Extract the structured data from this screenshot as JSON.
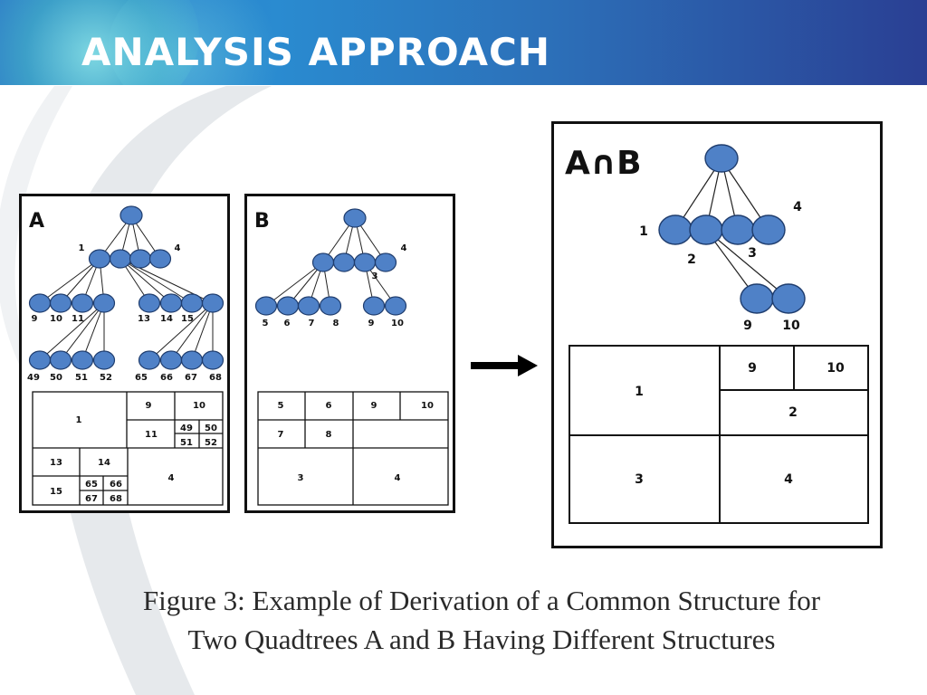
{
  "slide": {
    "title": "ANALYSIS APPROACH",
    "caption_line1": "Figure 3: Example of Derivation of a Common Structure for",
    "caption_line2": "Two Quadtrees A and B Having Different Structures"
  },
  "colors": {
    "node_fill": "#4f81c7",
    "node_stroke": "#1f3d6e",
    "header_start": "#2f7fc8",
    "header_end": "#2a3f93"
  },
  "panel_a": {
    "heading": "A",
    "tree_labels": {
      "n1": "1",
      "n4": "4",
      "c9": "9",
      "c10": "10",
      "c11": "11",
      "c13": "13",
      "c14": "14",
      "c15": "15",
      "g49": "49",
      "g50": "50",
      "g51": "51",
      "g52": "52",
      "g65": "65",
      "g66": "66",
      "g67": "67",
      "g68": "68"
    },
    "grid": {
      "q1": "1",
      "q9": "9",
      "q10": "10",
      "q11": "11",
      "q49": "49",
      "q50": "50",
      "q51": "51",
      "q52": "52",
      "q13": "13",
      "q14": "14",
      "q15": "15",
      "q65": "65",
      "q66": "66",
      "q67": "67",
      "q68": "68",
      "q4": "4"
    }
  },
  "panel_b": {
    "heading": "B",
    "tree_labels": {
      "n3": "3",
      "n4": "4",
      "c5": "5",
      "c6": "6",
      "c7": "7",
      "c8": "8",
      "c9": "9",
      "c10": "10"
    },
    "grid": {
      "q5": "5",
      "q6": "6",
      "q9": "9",
      "q10": "10",
      "q7": "7",
      "q8": "8",
      "q3": "3",
      "q4": "4"
    }
  },
  "panel_ab": {
    "heading": "A∩B",
    "tree_labels": {
      "n1": "1",
      "n2": "2",
      "n3": "3",
      "n4": "4",
      "c9": "9",
      "c10": "10"
    },
    "grid": {
      "q1": "1",
      "q9": "9",
      "q10": "10",
      "q2": "2",
      "q3": "3",
      "q4": "4"
    }
  }
}
